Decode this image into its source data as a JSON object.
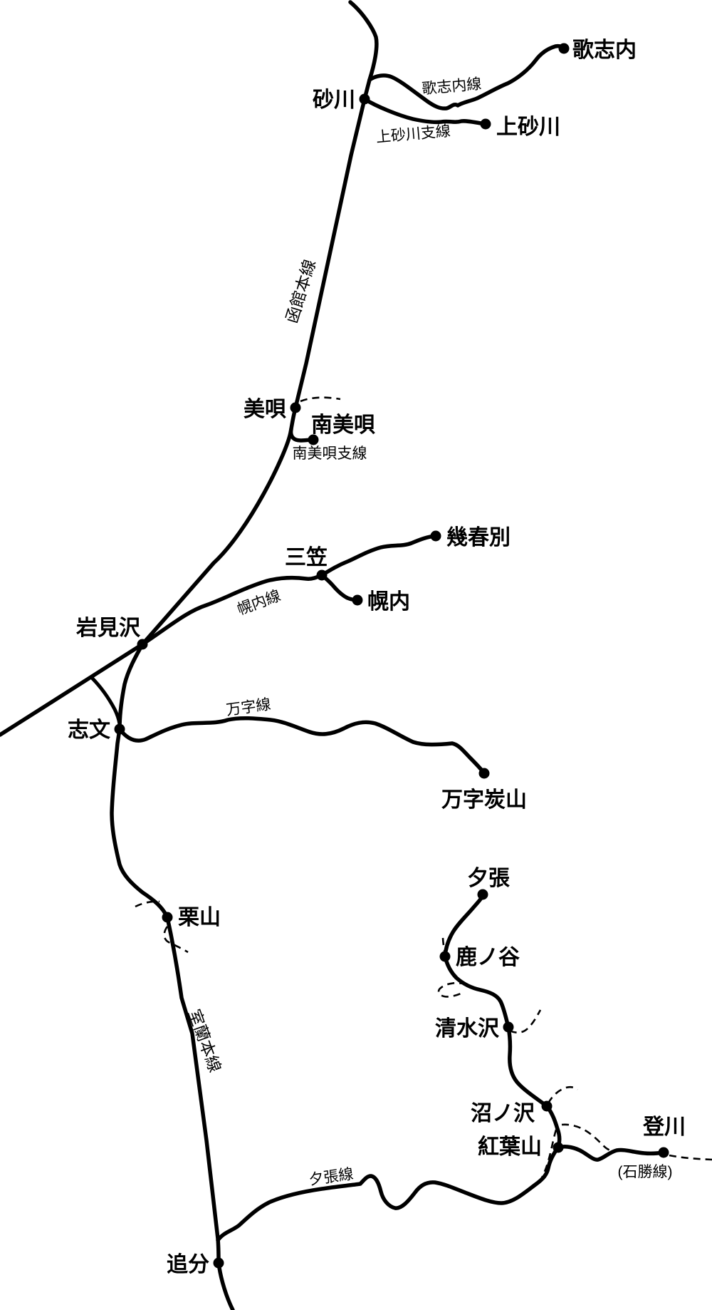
{
  "map": {
    "type": "railway-line-diagram",
    "region": "Iwamizawa / Sorachi coal railway network",
    "colors": {
      "background": "#ffffff",
      "line": "#000000",
      "dashed_line": "#000000",
      "text": "#000000"
    },
    "stations": [
      {
        "id": "utashinai",
        "label": "歌志内"
      },
      {
        "id": "sunagawa",
        "label": "砂川"
      },
      {
        "id": "kamisunagawa",
        "label": "上砂川"
      },
      {
        "id": "bibai",
        "label": "美唄"
      },
      {
        "id": "minami-bibai",
        "label": "南美唄"
      },
      {
        "id": "ikushunbetsu",
        "label": "幾春別"
      },
      {
        "id": "mikasa",
        "label": "三笠"
      },
      {
        "id": "horonai",
        "label": "幌内"
      },
      {
        "id": "iwamizawa",
        "label": "岩見沢"
      },
      {
        "id": "shibun",
        "label": "志文"
      },
      {
        "id": "manji-tanzan",
        "label": "万字炭山"
      },
      {
        "id": "kuriyama",
        "label": "栗山"
      },
      {
        "id": "yubari",
        "label": "夕張"
      },
      {
        "id": "shikanotani",
        "label": "鹿ノ谷"
      },
      {
        "id": "shimizusawa",
        "label": "清水沢"
      },
      {
        "id": "numanosawa",
        "label": "沼ノ沢"
      },
      {
        "id": "momijiyama",
        "label": "紅葉山"
      },
      {
        "id": "noborikawa",
        "label": "登川"
      },
      {
        "id": "oiwake",
        "label": "追分"
      }
    ],
    "line_labels": [
      {
        "id": "hakodate-main-line",
        "label": "函館本線"
      },
      {
        "id": "utashinai-line",
        "label": "歌志内線"
      },
      {
        "id": "kamisunagawa-branch",
        "label": "上砂川支線"
      },
      {
        "id": "minami-bibai-branch",
        "label": "南美唄支線"
      },
      {
        "id": "horonai-line",
        "label": "幌内線"
      },
      {
        "id": "manji-line",
        "label": "万字線"
      },
      {
        "id": "muroran-main-line",
        "label": "室蘭本線"
      },
      {
        "id": "yubari-line",
        "label": "夕張線"
      },
      {
        "id": "sekisho-line",
        "label": "(石勝線)"
      }
    ]
  }
}
